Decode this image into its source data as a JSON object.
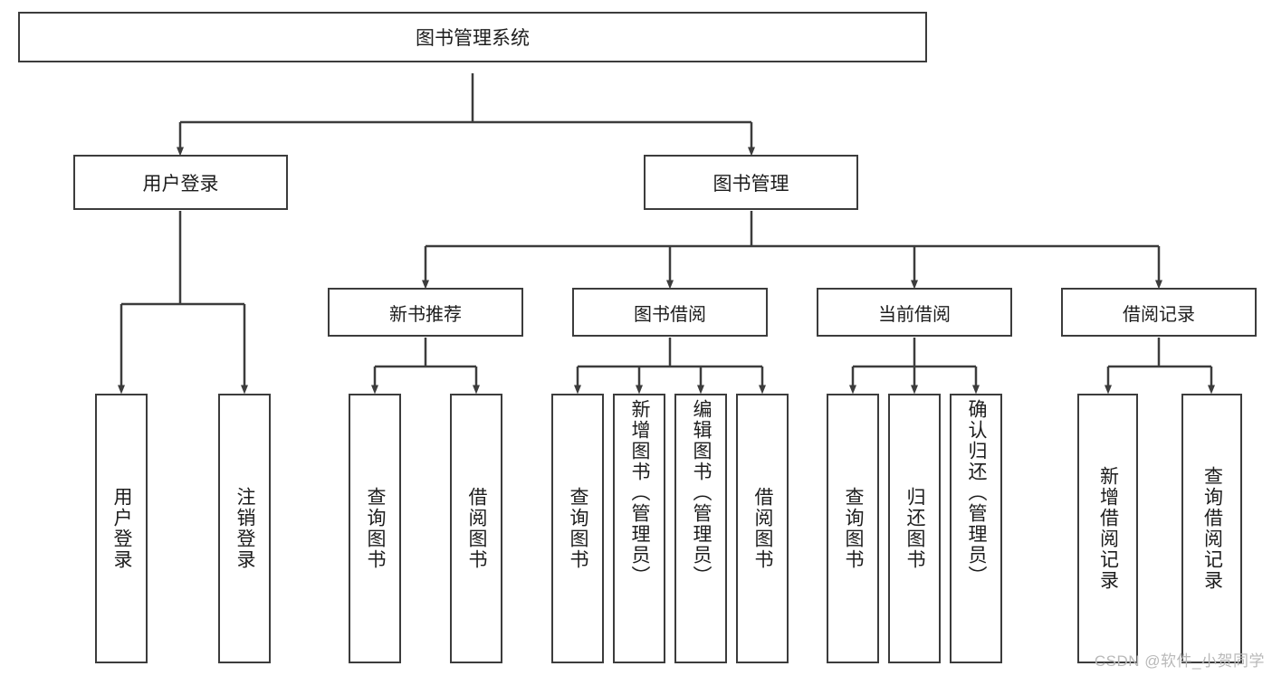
{
  "diagram": {
    "title": "图书管理系统",
    "type": "tree",
    "background_color": "#ffffff",
    "line_color": "#3c3c3c",
    "text_color": "#1d1d1d",
    "root": {
      "label": "图书管理系统"
    },
    "level1": [
      {
        "label": "用户登录"
      },
      {
        "label": "图书管理"
      }
    ],
    "level2": [
      {
        "label": "新书推荐"
      },
      {
        "label": "图书借阅"
      },
      {
        "label": "当前借阅"
      },
      {
        "label": "借阅记录"
      }
    ],
    "leaves": {
      "user_login": [
        {
          "label": "用户登录"
        },
        {
          "label": "注销登录"
        }
      ],
      "new_book_recommend": [
        {
          "label": "查询图书"
        },
        {
          "label": "借阅图书"
        }
      ],
      "book_borrow": [
        {
          "label": "查询图书"
        },
        {
          "label": "新增图书（管理员）"
        },
        {
          "label": "编辑图书（管理员）"
        },
        {
          "label": "借阅图书"
        }
      ],
      "current_borrow": [
        {
          "label": "查询图书"
        },
        {
          "label": "归还图书"
        },
        {
          "label": "确认归还（管理员）"
        }
      ],
      "borrow_record": [
        {
          "label": "新增借阅记录"
        },
        {
          "label": "查询借阅记录"
        }
      ]
    }
  },
  "watermark": {
    "text": "CSDN @软件_小贺同学"
  }
}
